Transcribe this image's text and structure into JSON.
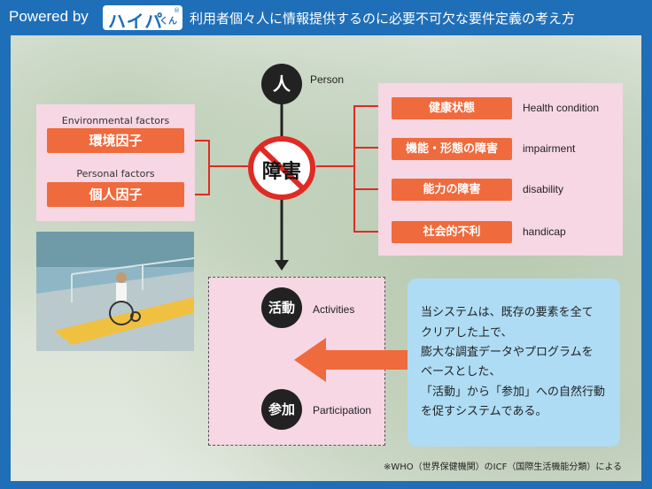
{
  "header": {
    "powered_by": "Powered by",
    "logo_text": "ハイパ",
    "logo_small": "くん",
    "logo_reg": "®",
    "title": "利用者個々人に情報提供するのに必要不可欠な要件定義の考え方"
  },
  "person": {
    "label_ja": "人",
    "label_en": "Person"
  },
  "disability": {
    "label_ja": "障害"
  },
  "environmental": {
    "label_en": "Environmental factors",
    "label_ja": "環境因子"
  },
  "personal": {
    "label_en": "Personal factors",
    "label_ja": "個人因子"
  },
  "conditions": [
    {
      "label_ja": "健康状態",
      "label_en": "Health condition"
    },
    {
      "label_ja": "機能・形態の障害",
      "label_en": "impairment"
    },
    {
      "label_ja": "能力の障害",
      "label_en": "disability"
    },
    {
      "label_ja": "社会的不利",
      "label_en": "handicap"
    }
  ],
  "activities": {
    "label_ja": "活動",
    "label_en": "Activities"
  },
  "participation": {
    "label_ja": "参加",
    "label_en": "Participation"
  },
  "info_box": {
    "lines": [
      "当システムは、既存の要素を全て",
      "クリアした上で、",
      "膨大な調査データやプログラムを",
      "ベースとした、",
      "「活動」から「参加」への自然行動",
      "を促すシステムである。"
    ]
  },
  "footnote": "※WHO（世界保健機関）のICF（国際生活機能分類）による",
  "colors": {
    "header_blue": "#1f6fb8",
    "orange": "#ef6a3c",
    "red": "#e02a24",
    "pink": "#f7d7e3",
    "light_blue": "#aedcf4"
  }
}
